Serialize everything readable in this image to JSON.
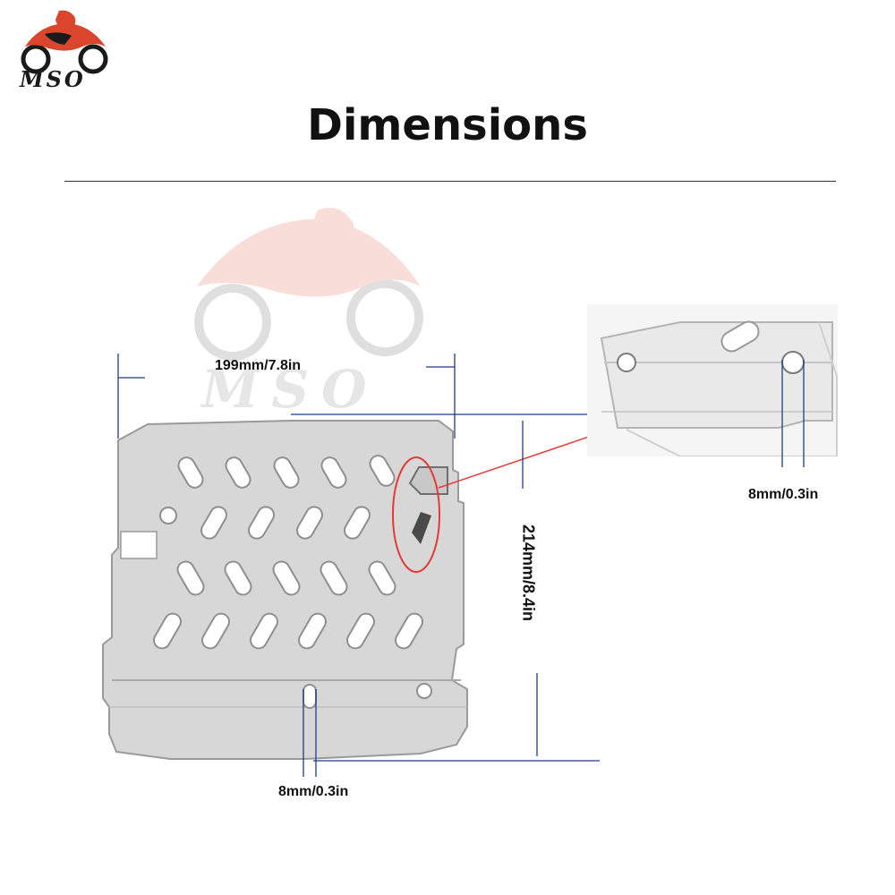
{
  "brand": {
    "logo_text": "MSO",
    "watermark_text": "MSO"
  },
  "page": {
    "title": "Dimensions"
  },
  "dimensions": {
    "width_label": "199mm/7.8in",
    "height_label": "214mm/8.4in",
    "hole_main_label": "8mm/0.3in",
    "hole_inset_label": "8mm/0.3in"
  },
  "colors": {
    "dimension_line": "#1f3d8a",
    "highlight_circle": "#e53935",
    "callout_arrow": "#e53935",
    "logo_accent": "#d9462b",
    "plate_metal": "#d7d7d7"
  }
}
